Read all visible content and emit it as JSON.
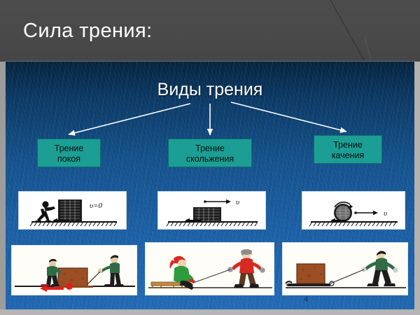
{
  "slide": {
    "header_title": "Сила трения:",
    "page_number": "4",
    "accent_teal": "#1c9e94",
    "background_blue": "#14518c",
    "header_gray": "#4a4a4a"
  },
  "diagram": {
    "title": "Виды трения",
    "nodes": [
      {
        "line1": "Трение",
        "line2": "покоя"
      },
      {
        "line1": "Трение",
        "line2": "скольжения"
      },
      {
        "line1": "Трение",
        "line2": "качения"
      }
    ],
    "arrows": [
      {
        "name": "arrow-to-static",
        "direction": "down-left"
      },
      {
        "name": "arrow-to-sliding",
        "direction": "down"
      },
      {
        "name": "arrow-to-rolling",
        "direction": "down-right"
      }
    ]
  },
  "figures": [
    {
      "name": "static-friction-figure",
      "caption_symbol": "υ=0",
      "description": "Человек толкает неподвижный ящик"
    },
    {
      "name": "sliding-friction-figure",
      "caption_symbol": "υ",
      "description": "Ящик скользит по поверхности"
    },
    {
      "name": "rolling-friction-figure",
      "caption_symbol": "υ",
      "description": "Колесо катится по поверхности"
    }
  ],
  "photos": [
    {
      "name": "photo-pushing-and-pulling-box",
      "description": "Двое толкают и тянут ящик на катках"
    },
    {
      "name": "photo-sled-pulling-child",
      "description": "Ребёнка везут на санках"
    },
    {
      "name": "photo-pulling-box-on-sled",
      "description": "Человек тянет ящик на санях"
    }
  ]
}
